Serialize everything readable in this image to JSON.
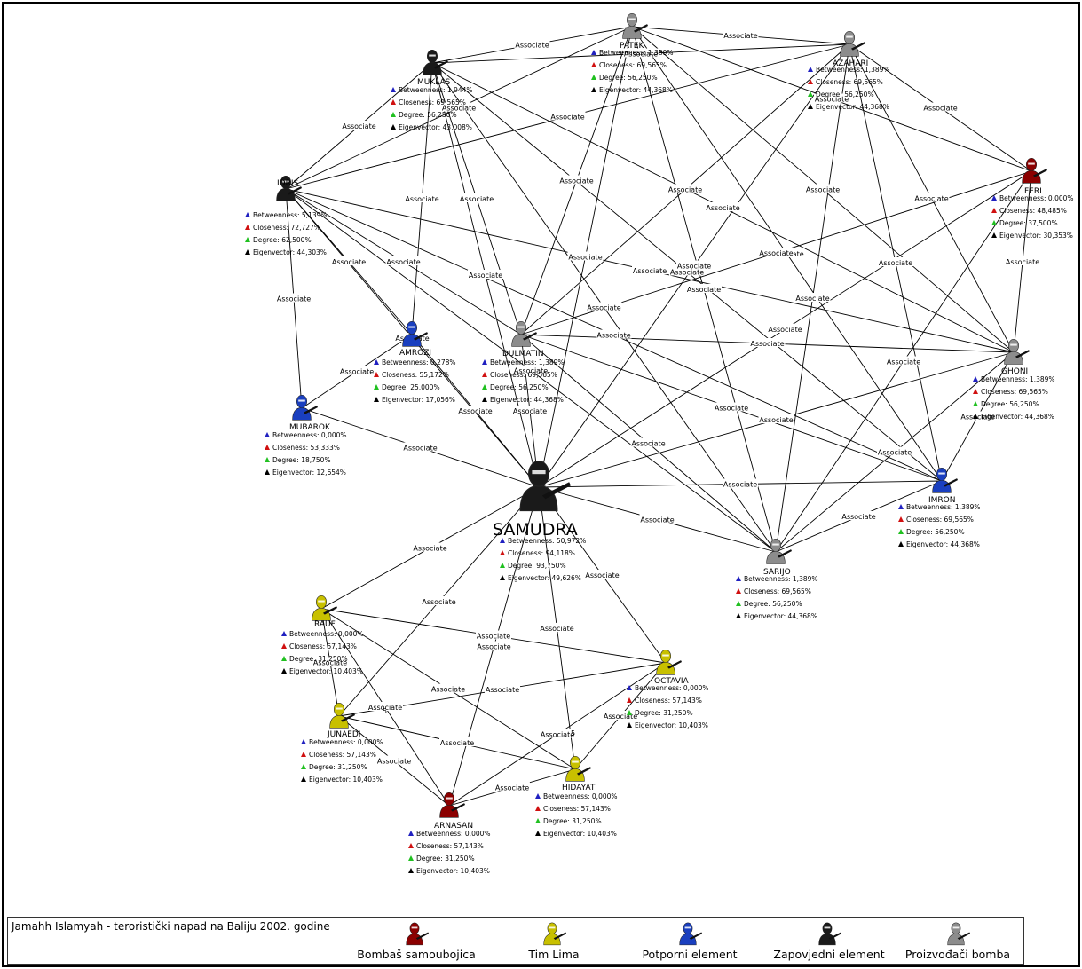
{
  "metric_names": {
    "betweenness": "Betweenness",
    "closeness": "Closeness",
    "degree": "Degree",
    "eigenvector": "Eigenvector"
  },
  "edge_label": "Associate",
  "colors": {
    "bombas_samoubojica": "#8b0000",
    "tim_lima": "#c8c000",
    "potporni_element": "#1a3fbf",
    "zapovjedni_element": "#1a1a1a",
    "proizvodaci_bomba": "#8c8c8c",
    "betweenness": "#2020c0",
    "closeness": "#d01010",
    "degree": "#20c020",
    "eigenvector": "#000000"
  },
  "nodes": [
    {
      "id": "samudra",
      "name": "SAMUDRA",
      "group": "zapovjedni_element",
      "betweenness": "50,972%",
      "closeness": "94,118%",
      "degree": "93,750%",
      "eigenvector": "49,626%"
    },
    {
      "id": "patek",
      "name": "PATEK",
      "group": "proizvodaci_bomba",
      "betweenness": "1,389%",
      "closeness": "69,565%",
      "degree": "56,250%",
      "eigenvector": "44,368%"
    },
    {
      "id": "azahari",
      "name": "AZAHARI",
      "group": "proizvodaci_bomba",
      "betweenness": "1,389%",
      "closeness": "69,565%",
      "degree": "56,250%",
      "eigenvector": "44,368%"
    },
    {
      "id": "muklas",
      "name": "MUKLAS",
      "group": "zapovjedni_element",
      "betweenness": "1,944%",
      "closeness": "69,565%",
      "degree": "56,250%",
      "eigenvector": "43,008%"
    },
    {
      "id": "idris",
      "name": "IDRIS",
      "group": "zapovjedni_element",
      "betweenness": "5,139%",
      "closeness": "72,727%",
      "degree": "62,500%",
      "eigenvector": "44,303%"
    },
    {
      "id": "feri",
      "name": "FERI",
      "group": "bombas_samoubojica",
      "betweenness": "0,000%",
      "closeness": "48,485%",
      "degree": "37,500%",
      "eigenvector": "30,353%"
    },
    {
      "id": "amrozi",
      "name": "AMROZI",
      "group": "potporni_element",
      "betweenness": "0,278%",
      "closeness": "55,172%",
      "degree": "25,000%",
      "eigenvector": "17,056%"
    },
    {
      "id": "dulmatin",
      "name": "DULMATIN",
      "group": "proizvodaci_bomba",
      "betweenness": "1,389%",
      "closeness": "69,565%",
      "degree": "56,250%",
      "eigenvector": "44,368%"
    },
    {
      "id": "ghoni",
      "name": "GHONI",
      "group": "proizvodaci_bomba",
      "betweenness": "1,389%",
      "closeness": "69,565%",
      "degree": "56,250%",
      "eigenvector": "44,368%"
    },
    {
      "id": "mubarok",
      "name": "MUBAROK",
      "group": "potporni_element",
      "betweenness": "0,000%",
      "closeness": "53,333%",
      "degree": "18,750%",
      "eigenvector": "12,654%"
    },
    {
      "id": "imron",
      "name": "IMRON",
      "group": "potporni_element",
      "betweenness": "1,389%",
      "closeness": "69,565%",
      "degree": "56,250%",
      "eigenvector": "44,368%"
    },
    {
      "id": "sarijo",
      "name": "SARIJO",
      "group": "proizvodaci_bomba",
      "betweenness": "1,389%",
      "closeness": "69,565%",
      "degree": "56,250%",
      "eigenvector": "44,368%"
    },
    {
      "id": "rauf",
      "name": "RAUF",
      "group": "tim_lima",
      "betweenness": "0,000%",
      "closeness": "57,143%",
      "degree": "31,250%",
      "eigenvector": "10,403%"
    },
    {
      "id": "octavia",
      "name": "OCTAVIA",
      "group": "tim_lima",
      "betweenness": "0,000%",
      "closeness": "57,143%",
      "degree": "31,250%",
      "eigenvector": "10,403%"
    },
    {
      "id": "junaedi",
      "name": "JUNAEDI",
      "group": "tim_lima",
      "betweenness": "0,000%",
      "closeness": "57,143%",
      "degree": "31,250%",
      "eigenvector": "10,403%"
    },
    {
      "id": "hidayat",
      "name": "HIDAYAT",
      "group": "tim_lima",
      "betweenness": "0,000%",
      "closeness": "57,143%",
      "degree": "31,250%",
      "eigenvector": "10,403%"
    },
    {
      "id": "arnasan",
      "name": "ARNASAN",
      "group": "bombas_samoubojica",
      "betweenness": "0,000%",
      "closeness": "57,143%",
      "degree": "31,250%",
      "eigenvector": "10,403%"
    }
  ],
  "edges": [
    [
      "muklas",
      "patek"
    ],
    [
      "patek",
      "azahari"
    ],
    [
      "muklas",
      "azahari"
    ],
    [
      "muklas",
      "idris"
    ],
    [
      "patek",
      "idris"
    ],
    [
      "azahari",
      "idris"
    ],
    [
      "azahari",
      "feri"
    ],
    [
      "patek",
      "feri"
    ],
    [
      "muklas",
      "dulmatin"
    ],
    [
      "muklas",
      "samudra"
    ],
    [
      "muklas",
      "ghoni"
    ],
    [
      "muklas",
      "imron"
    ],
    [
      "muklas",
      "sarijo"
    ],
    [
      "muklas",
      "amrozi"
    ],
    [
      "patek",
      "dulmatin"
    ],
    [
      "patek",
      "samudra"
    ],
    [
      "patek",
      "ghoni"
    ],
    [
      "patek",
      "imron"
    ],
    [
      "patek",
      "sarijo"
    ],
    [
      "azahari",
      "dulmatin"
    ],
    [
      "azahari",
      "samudra"
    ],
    [
      "azahari",
      "ghoni"
    ],
    [
      "azahari",
      "imron"
    ],
    [
      "azahari",
      "sarijo"
    ],
    [
      "idris",
      "amrozi"
    ],
    [
      "idris",
      "mubarok"
    ],
    [
      "idris",
      "dulmatin"
    ],
    [
      "idris",
      "samudra"
    ],
    [
      "idris",
      "ghoni"
    ],
    [
      "idris",
      "imron"
    ],
    [
      "idris",
      "sarijo"
    ],
    [
      "feri",
      "dulmatin"
    ],
    [
      "feri",
      "samudra"
    ],
    [
      "feri",
      "ghoni"
    ],
    [
      "feri",
      "sarijo"
    ],
    [
      "amrozi",
      "mubarok"
    ],
    [
      "amrozi",
      "samudra"
    ],
    [
      "dulmatin",
      "samudra"
    ],
    [
      "dulmatin",
      "ghoni"
    ],
    [
      "dulmatin",
      "imron"
    ],
    [
      "dulmatin",
      "sarijo"
    ],
    [
      "mubarok",
      "samudra"
    ],
    [
      "samudra",
      "ghoni"
    ],
    [
      "samudra",
      "imron"
    ],
    [
      "samudra",
      "sarijo"
    ],
    [
      "ghoni",
      "imron"
    ],
    [
      "ghoni",
      "sarijo"
    ],
    [
      "imron",
      "sarijo"
    ],
    [
      "samudra",
      "rauf"
    ],
    [
      "samudra",
      "octavia"
    ],
    [
      "samudra",
      "junaedi"
    ],
    [
      "samudra",
      "hidayat"
    ],
    [
      "samudra",
      "arnasan"
    ],
    [
      "rauf",
      "octavia"
    ],
    [
      "rauf",
      "junaedi"
    ],
    [
      "rauf",
      "hidayat"
    ],
    [
      "rauf",
      "arnasan"
    ],
    [
      "octavia",
      "junaedi"
    ],
    [
      "octavia",
      "hidayat"
    ],
    [
      "octavia",
      "arnasan"
    ],
    [
      "junaedi",
      "hidayat"
    ],
    [
      "junaedi",
      "arnasan"
    ],
    [
      "hidayat",
      "arnasan"
    ]
  ],
  "edge_marks": [
    "5",
    "5"
  ],
  "legend": {
    "title": "Jamahh Islamyah - teroristički napad na Baliju 2002. godine",
    "items": [
      {
        "group": "bombas_samoubojica",
        "label": "Bombaš samoubojica"
      },
      {
        "group": "tim_lima",
        "label": "Tim Lima"
      },
      {
        "group": "potporni_element",
        "label": "Potporni element"
      },
      {
        "group": "zapovjedni_element",
        "label": "Zapovjedni element"
      },
      {
        "group": "proizvodaci_bomba",
        "label": "Proizvođači bomba"
      }
    ]
  }
}
